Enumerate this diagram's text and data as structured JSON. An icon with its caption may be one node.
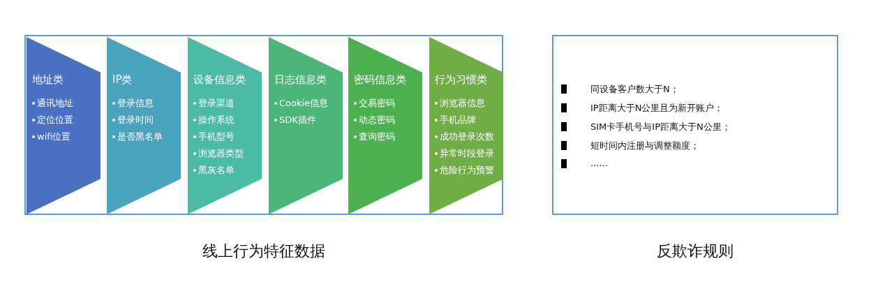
{
  "diagram": {
    "nodes": [
      {
        "text": [
          "线上行为特征数据"
        ]
      },
      {
        "text": [
          "地址类",
          "通讯地址",
          "定位位置",
          "wifi位置"
        ],
        "in": 0
      },
      {
        "text": [
          "IP类",
          "登录信息",
          "登录时间",
          "是否黑名单"
        ],
        "in": 0
      },
      {
        "text": [
          "设备信息类",
          "登录渠道",
          "操作系统",
          "手机型号",
          "浏览器类型",
          "黑灰名单"
        ],
        "in": 0
      },
      {
        "text": [
          "日志信息类",
          "Cookie信息",
          "SDK插件"
        ],
        "in": 0
      },
      {
        "text": [
          "密码信息类",
          "交易密码",
          "动态密码",
          "查询密码"
        ],
        "in": 0
      },
      {
        "text": [
          "行为习惯类",
          "浏览器信息",
          "手机品牌",
          "成功登录次数",
          "异常时段登录",
          "危险行为预警"
        ],
        "in": 0
      },
      {
        "text": [
          "反欺诈规则",
          "同设备客户数大于N；",
          "IP距离大于N公里且为新开账户；",
          "SIM卡手机号与IP距离大于N公里；",
          "短时间内注册与调整额度；",
          "......"
        ]
      }
    ]
  }
}
